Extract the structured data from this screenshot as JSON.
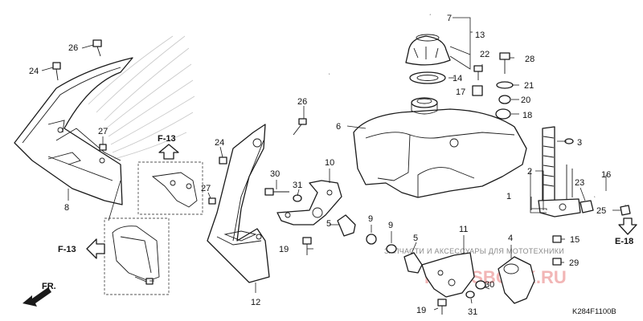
{
  "diagram_code": "K284F1100B",
  "direction_label": "FR.",
  "ref_labels": {
    "f13_upper": "F-13",
    "f13_lower": "F-13",
    "e18": "E-18"
  },
  "watermark": {
    "line1": "ЗАПЧАСТИ И АКСЕССУАРЫ ДЛЯ МОТОТЕХНИКИ",
    "line2": "PARTSBOOK.RU"
  },
  "callouts": {
    "c1": "1",
    "c2": "2",
    "c3": "3",
    "c4": "4",
    "c5a": "5",
    "c5b": "5",
    "c6": "6",
    "c7": "7",
    "c8": "8",
    "c9a": "9",
    "c9b": "9",
    "c10": "10",
    "c11": "11",
    "c12": "12",
    "c13": "13",
    "c14": "14",
    "c15": "15",
    "c16": "16",
    "c17": "17",
    "c18": "18",
    "c19a": "19",
    "c19b": "19",
    "c20": "20",
    "c21": "21",
    "c22": "22",
    "c23": "23",
    "c24a": "24",
    "c24b": "24",
    "c25": "25",
    "c26a": "26",
    "c26b": "26",
    "c27a": "27",
    "c27b": "27",
    "c28": "28",
    "c29": "29",
    "c30a": "30",
    "c30b": "30",
    "c31a": "31",
    "c31b": "31"
  }
}
